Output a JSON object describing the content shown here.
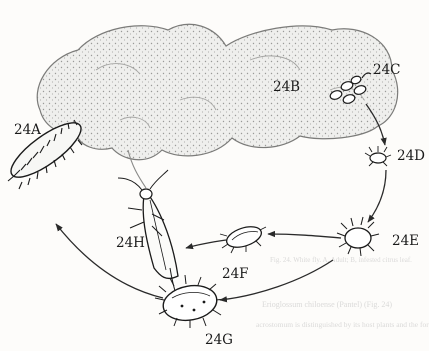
{
  "labels": {
    "a": "24A",
    "b": "24B",
    "c": "24C",
    "d": "24D",
    "e": "24E",
    "f": "24F",
    "g": "24G",
    "h": "24H"
  },
  "show_through": {
    "caption": "Fig. 24.  White fly. A, Adult; B, infested citrus leaf.",
    "heading": "Erioglossum chiloense (Pantel) (Fig. 24)",
    "body": "acrostomum is distinguished by its host plants and the form of"
  },
  "colors": {
    "ink": "#1a1a1a",
    "bleed": "#bdbdbd"
  }
}
